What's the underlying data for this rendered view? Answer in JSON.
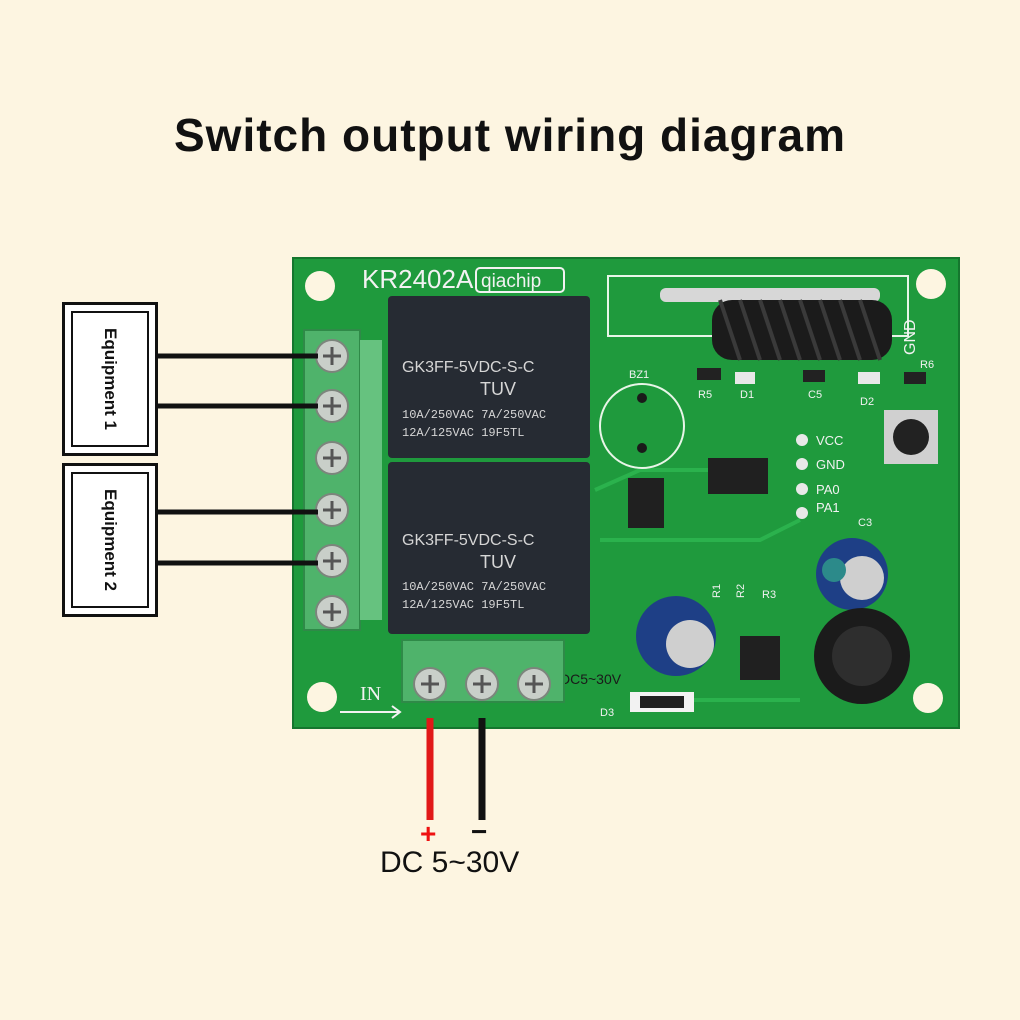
{
  "title": "Switch output wiring diagram",
  "equipment": [
    {
      "label": "Equipment 1"
    },
    {
      "label": "Equipment 2"
    }
  ],
  "board": {
    "model": "KR2402A",
    "brand": "qiachip",
    "relays": [
      {
        "line1": "GK3FF-5VDC-S-C",
        "cert": "TUV",
        "rating1": "10A/250VAC 7A/250VAC",
        "rating2": "12A/125VAC 19F5TL"
      },
      {
        "line1": "GK3FF-5VDC-S-C",
        "cert": "TUV",
        "rating1": "10A/250VAC 7A/250VAC",
        "rating2": "12A/125VAC 19F5TL"
      }
    ],
    "pins": [
      "VCC",
      "GND",
      "PA0",
      "PA1"
    ],
    "labels": {
      "gnd_antenna": "GND",
      "bz": "BZ1",
      "in": "IN",
      "dc_range": "DC5~30V",
      "d3": "D3",
      "c3": "C3",
      "r1": "R1",
      "r2": "R2",
      "r3": "R3",
      "r5": "R5",
      "r6": "R6",
      "d1": "D1",
      "d2": "D2",
      "c5": "C5"
    }
  },
  "supply": {
    "label": "DC 5~30V",
    "plus": "+",
    "minus": "−"
  },
  "colors": {
    "background": "#fdf5e1",
    "pcb": "#1f9a3d",
    "relay": "#262b33",
    "terminal": "#4fb36b",
    "positive_wire": "#e11818",
    "negative_wire": "#111111"
  }
}
